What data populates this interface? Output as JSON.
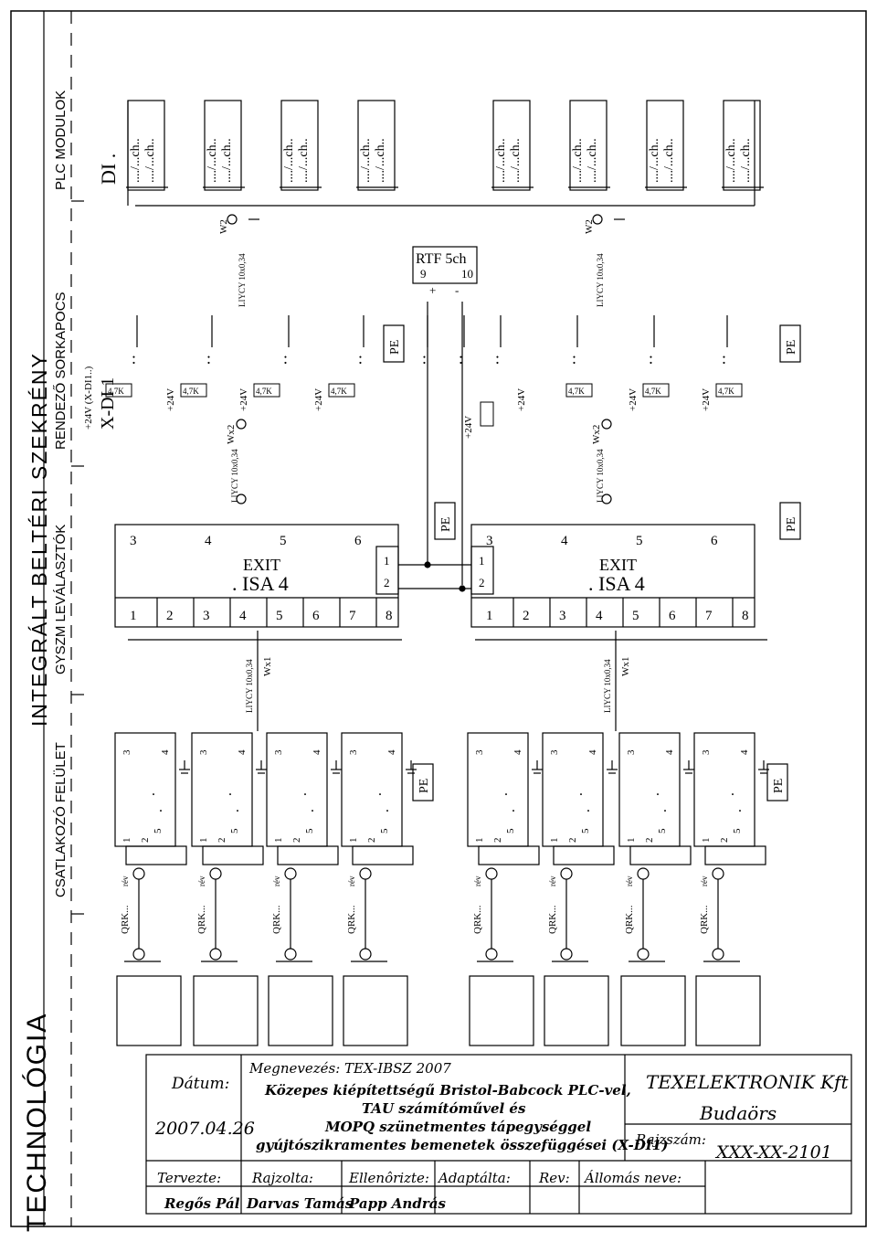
{
  "side_headers": {
    "technologia": "TECHNOLÓGIA",
    "integralt": "INTEGRÁLT BELTÉRI SZEKRÉNY",
    "col1": "CSATLAKOZÓ FELÜLET",
    "col2": "GYSZM LEVÁLASZTÓK",
    "col3": "RENDEZŐ SORKAPOCS",
    "col4": "PLC MODULOK"
  },
  "plc": {
    "module_label": "DI .",
    "channel_text": "..../...ch..",
    "terminal_header_small": "+24V (X-DI1..)",
    "terminal_header": "X-DI 1"
  },
  "cable_labels": {
    "w2": "W2",
    "liycy": "LIYCY 10x0,34",
    "wx2": "Wx2",
    "wx1": "Wx1",
    "rev": "rév",
    "qrk": "QRK..."
  },
  "terminal": {
    "resistor": "4,7K",
    "supply": "+24V",
    "dots": ":"
  },
  "rtf": {
    "title": "RTF 5ch",
    "pins": [
      "9",
      "10"
    ],
    "signs": [
      "+",
      "-"
    ]
  },
  "isa": {
    "exit": "EXIT",
    "name": ". ISA 4",
    "top_pins": [
      "3",
      "4",
      "5",
      "6"
    ],
    "bottom_pins": [
      "1",
      "2",
      "3",
      "4",
      "5",
      "6",
      "7",
      "8"
    ],
    "side_pins": [
      "1",
      "2"
    ]
  },
  "pe": "PE",
  "field_device_pins": [
    "3",
    "4",
    "1",
    "2",
    "5"
  ],
  "title_block": {
    "datum_label": "Dátum:",
    "datum_value": "2007.04.26",
    "megnevezes": "Megnevezés:  TEX-IBSZ 2007",
    "desc_lines": [
      "Közepes kiépítettségű Bristol-Babcock PLC-vel,",
      "TAU számítóművel és",
      "MOPQ szünetmentes tápegységgel",
      "gyújtószikramentes bemenetek összefüggései (X-DI1)"
    ],
    "company": "TEXELEKTRONIK Kft",
    "city": "Budaörs",
    "rajzszam_label": "Rajzszám:",
    "rajzszam_value": "XXX-XX-2101",
    "tervezte_label": "Tervezte:",
    "tervezte_value": "Regős Pál",
    "rajzolta_label": "Rajzolta:",
    "rajzolta_value": "Darvas Tamás",
    "ellenorizte_label": "Ellenôrizte:",
    "ellenorizte_value": "Papp András",
    "adaptalta_label": "Adaptálta:",
    "rev_label": "Rev:",
    "allomas_label": "Állomás neve:"
  }
}
